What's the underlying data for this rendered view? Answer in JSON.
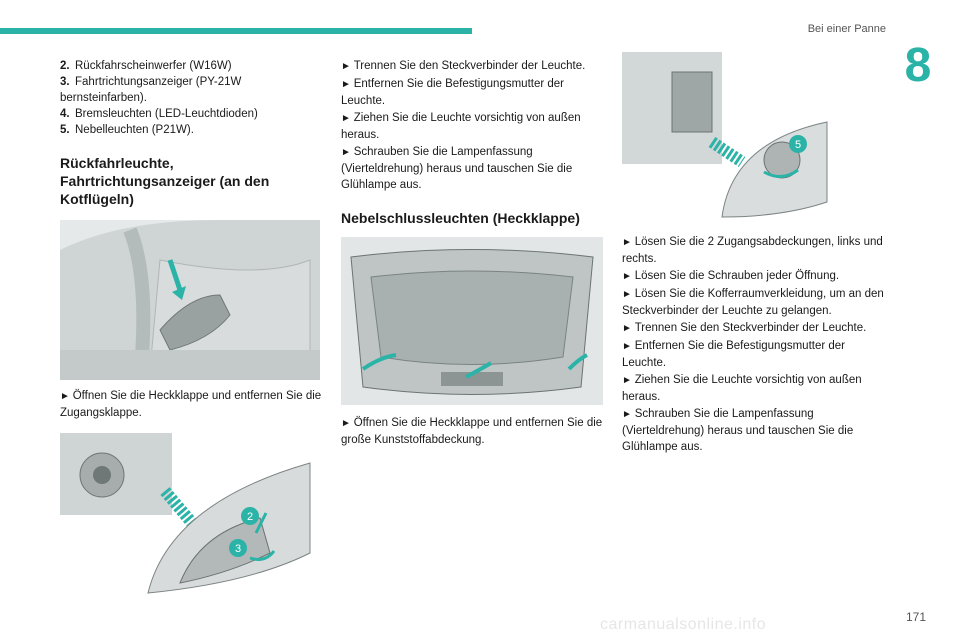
{
  "header": {
    "title": "Bei einer Panne",
    "chapter": "8",
    "page_number": "171"
  },
  "col1": {
    "parts": [
      {
        "num": "2.",
        "text": "Rückfahrscheinwerfer (W16W)"
      },
      {
        "num": "3.",
        "text": "Fahrtrichtungsanzeiger (PY-21W bernsteinfarben)."
      },
      {
        "num": "4.",
        "text": "Bremsleuchten (LED-Leuchtdioden)"
      },
      {
        "num": "5.",
        "text": "Nebelleuchten (P21W)."
      }
    ],
    "heading": "Rückfahrleuchte, Fahrtrichtungsanzeiger (an den Kotflügeln)",
    "steps": [
      "Öffnen Sie die Heckklappe und entfernen Sie die Zugangsklappe."
    ],
    "fig_labels": [
      "2",
      "3"
    ]
  },
  "col2": {
    "steps_top": [
      "Trennen Sie den Steckverbinder der Leuchte.",
      "Entfernen Sie die Befestigungsmutter der Leuchte.",
      "Ziehen Sie die Leuchte vorsichtig von außen heraus.",
      "Schrauben Sie die Lampenfassung (Vierteldrehung) heraus und tauschen Sie die Glühlampe aus."
    ],
    "heading": "Nebelschlussleuchten (Heckklappe)",
    "steps_bottom": [
      "Öffnen Sie die Heckklappe und entfernen Sie die große Kunststoffabdeckung."
    ]
  },
  "col3": {
    "fig_label": "5",
    "steps": [
      "Lösen Sie die 2 Zugangsabdeckungen, links und rechts.",
      "Lösen Sie die Schrauben jeder Öffnung.",
      "Lösen Sie die Kofferraumverkleidung, um an den Steckverbinder der Leuchte zu gelangen.",
      "Trennen Sie den Steckverbinder der Leuchte.",
      "Entfernen Sie die Befestigungsmutter der Leuchte.",
      "Ziehen Sie die Leuchte vorsichtig von außen heraus.",
      "Schrauben Sie die Lampenfassung (Vierteldrehung) heraus und tauschen Sie die Glühlampe aus."
    ]
  },
  "footer": {
    "watermark": "carmanualsonline.info"
  },
  "colors": {
    "accent": "#2bb3a8"
  }
}
